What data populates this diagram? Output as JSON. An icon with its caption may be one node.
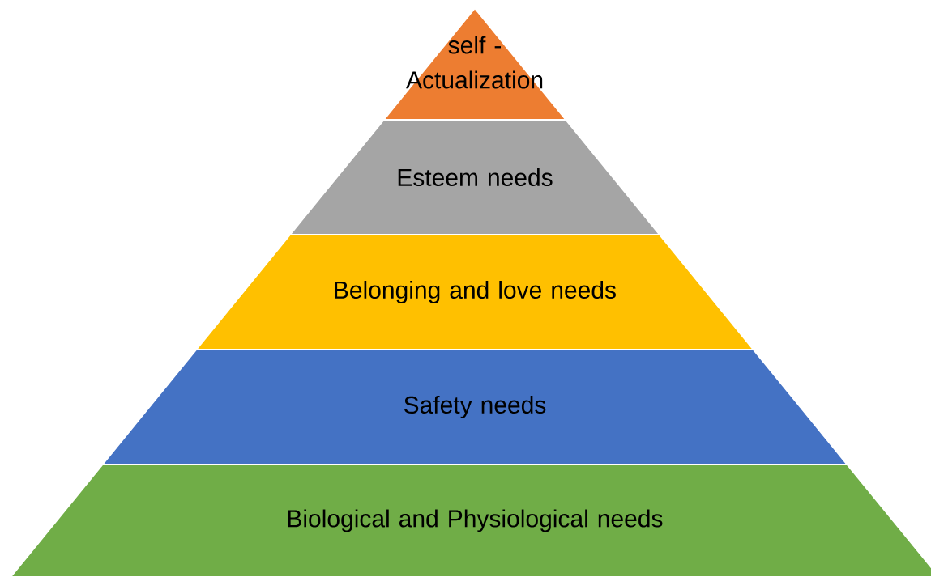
{
  "diagram": {
    "nodes": [
      {
        "text": [
          "self - Actualization"
        ]
      },
      {
        "text": [
          "Esteem needs"
        ]
      },
      {
        "text": [
          "Belonging and love needs"
        ]
      },
      {
        "text": [
          "Safety needs"
        ]
      },
      {
        "text": [
          "Biological and Physiological needs"
        ]
      }
    ]
  }
}
